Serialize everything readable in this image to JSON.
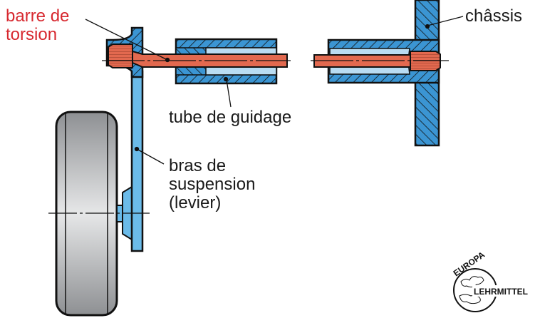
{
  "title": "Barre de torsion – suspension",
  "labels": {
    "torsion_bar_line1": "barre de",
    "torsion_bar_line2": "torsion",
    "chassis": "châssis",
    "guide_tube": "tube de guidage",
    "arm_line1": "bras de",
    "arm_line2": "suspension",
    "arm_line3": "(levier)"
  },
  "logo": {
    "top": "EUROPA",
    "right": "LEHRMITTEL"
  },
  "colors": {
    "torsion_bar": "#e2694f",
    "steel_blue": "#3b95d3",
    "light_blue": "#b9dcf2",
    "arm_blue": "#6bbbe9",
    "label_red": "#d7282f",
    "tire_gray": "#b5b7ba"
  }
}
